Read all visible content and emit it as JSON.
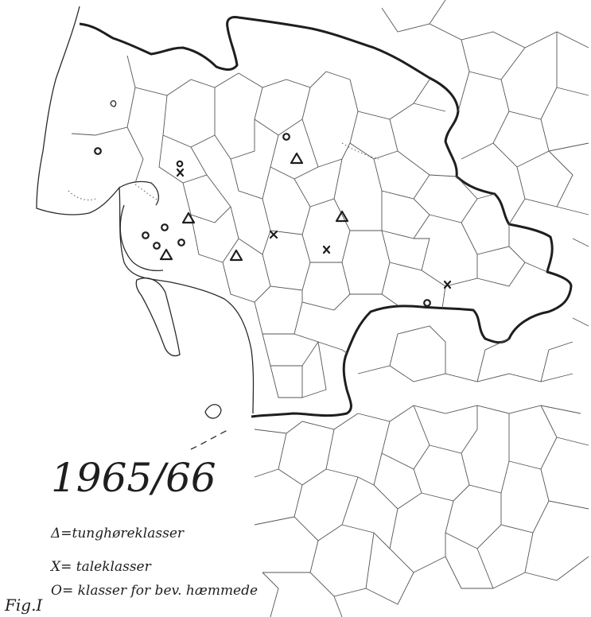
{
  "map": {
    "title": "1965/66",
    "figure_label": "Fig.I",
    "legend": [
      {
        "symbol": "triangle",
        "glyph": "Δ",
        "text": "=tunghøreklasser"
      },
      {
        "symbol": "cross",
        "glyph": "X",
        "text": "= taleklasser"
      },
      {
        "symbol": "circle",
        "glyph": "O",
        "text": "= klasser for bev. hæmmede"
      }
    ],
    "colors": {
      "ink": "#1e1e1e",
      "paper": "#ffffff",
      "thin_line": "#555555"
    }
  }
}
